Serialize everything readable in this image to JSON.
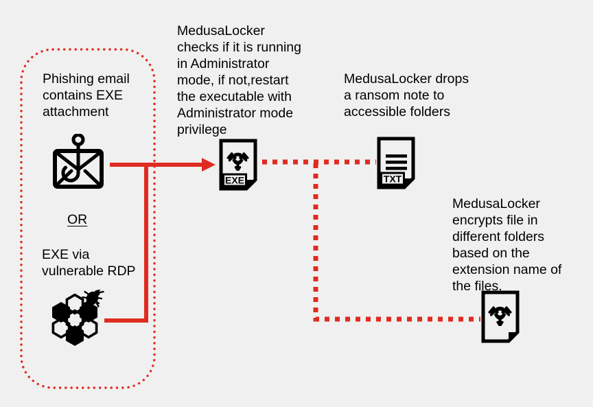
{
  "diagram": {
    "title": "MedusaLocker ransomware infection chain",
    "background_color": "#f0f0f0",
    "accent_color": "#e02b20",
    "line_color": "#000000"
  },
  "entry_group": {
    "name": "initial-access-group",
    "border_style": "dotted",
    "border_color": "#e02b20"
  },
  "steps": [
    {
      "id": "phishing",
      "label": "Phishing email\ncontains EXE\nattachment",
      "icon": "envelope-hook-icon"
    },
    {
      "id": "or",
      "label": "OR",
      "icon": null
    },
    {
      "id": "rdp",
      "label": "EXE via\nvulnerable RDP",
      "icon": "honeycomb-bug-icon"
    },
    {
      "id": "admin-check",
      "label": "MedusaLocker\nchecks if it is running\nin Administrator\nmode, if not,restart\nthe executable with\nAdministrator mode\nprivilege",
      "icon": "exe-biohazard-file-icon",
      "icon_badge": "EXE"
    },
    {
      "id": "ransom-note",
      "label": "MedusaLocker drops\na ransom note to\naccessible folders",
      "icon": "txt-document-icon",
      "icon_badge": "TXT"
    },
    {
      "id": "encrypt",
      "label": "MedusaLocker\nencrypts file in\ndifferent folders\nbased on the\nextension name of\nthe files.",
      "icon": "biohazard-file-icon",
      "icon_badge": null
    }
  ],
  "connectors": [
    {
      "id": "entry-to-exe",
      "style": "solid",
      "color": "#e02b20",
      "arrowhead": true
    },
    {
      "id": "exe-to-txt",
      "style": "dotted",
      "color": "#e02b20",
      "arrowhead": false
    },
    {
      "id": "txt-to-encrypt",
      "style": "dotted",
      "color": "#e02b20",
      "arrowhead": false
    }
  ]
}
